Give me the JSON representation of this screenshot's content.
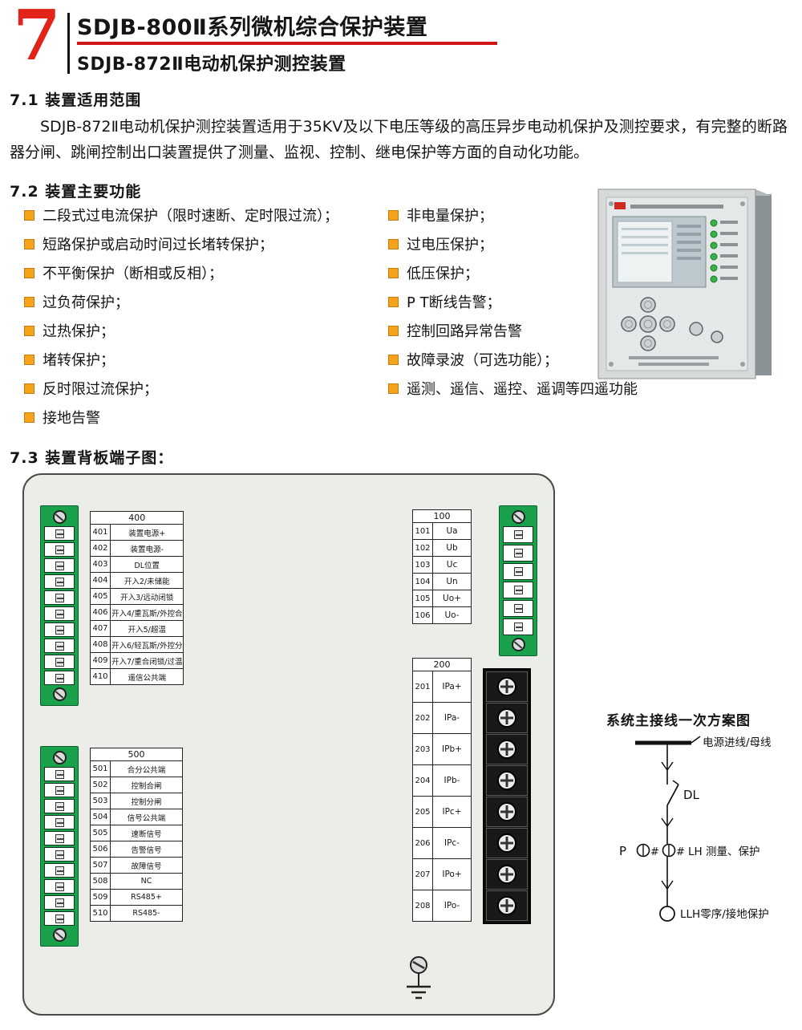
{
  "header": {
    "chapter": "7",
    "title1": "SDJB-800Ⅱ系列微机综合保护装置",
    "title2": "SDJB-872Ⅱ电动机保护测控装置"
  },
  "s71": {
    "heading": "7.1 装置适用范围",
    "body": "SDJB-872Ⅱ电动机保护测控装置适用于35KV及以下电压等级的高压异步电动机保护及测控要求，有完整的断路器分闸、跳闸控制出口装置提供了测量、监视、控制、继电保护等方面的自动化功能。"
  },
  "s72": {
    "heading": "7.2 装置主要功能",
    "left": [
      "二段式过电流保护（限时速断、定时限过流）；",
      "短路保护或启动时间过长堵转保护；",
      "不平衡保护（断相或反相）；",
      "过负荷保护；",
      "过热保护；",
      "堵转保护；",
      "反时限过流保护；",
      "接地告警"
    ],
    "right": [
      "非电量保护；",
      "过电压保护；",
      "低压保护；",
      "P T断线告警；",
      "控制回路异常告警",
      "故障录波（可选功能）；",
      "遥测、遥信、遥控、遥调等四遥功能"
    ]
  },
  "s73": {
    "heading": "7.3 装置背板端子图："
  },
  "diagram": {
    "t400": {
      "title": "400",
      "rows": [
        {
          "n": "401",
          "l": "装置电源+"
        },
        {
          "n": "402",
          "l": "装置电源-"
        },
        {
          "n": "403",
          "l": "DL位置"
        },
        {
          "n": "404",
          "l": "开入2/未储能"
        },
        {
          "n": "405",
          "l": "开入3/远动闭锁"
        },
        {
          "n": "406",
          "l": "开入4/重瓦斯/外控合"
        },
        {
          "n": "407",
          "l": "开入5/超温"
        },
        {
          "n": "408",
          "l": "开入6/轻瓦斯/外控分"
        },
        {
          "n": "409",
          "l": "开入7/重合闭锁/过温"
        },
        {
          "n": "410",
          "l": "遥信公共端"
        }
      ]
    },
    "t500": {
      "title": "500",
      "rows": [
        {
          "n": "501",
          "l": "合分公共端"
        },
        {
          "n": "502",
          "l": "控制合闸"
        },
        {
          "n": "503",
          "l": "控制分闸"
        },
        {
          "n": "504",
          "l": "信号公共端"
        },
        {
          "n": "505",
          "l": "速断信号"
        },
        {
          "n": "506",
          "l": "告警信号"
        },
        {
          "n": "507",
          "l": "故障信号"
        },
        {
          "n": "508",
          "l": "NC"
        },
        {
          "n": "509",
          "l": "RS485+"
        },
        {
          "n": "510",
          "l": "RS485-"
        }
      ]
    },
    "t100": {
      "title": "100",
      "rows": [
        {
          "n": "101",
          "l": "Ua"
        },
        {
          "n": "102",
          "l": "Ub"
        },
        {
          "n": "103",
          "l": "Uc"
        },
        {
          "n": "104",
          "l": "Un"
        },
        {
          "n": "105",
          "l": "Uo+"
        },
        {
          "n": "106",
          "l": "Uo-"
        }
      ]
    },
    "t200": {
      "title": "200",
      "rows": [
        {
          "n": "201",
          "l": "IPa+"
        },
        {
          "n": "202",
          "l": "IPa-"
        },
        {
          "n": "203",
          "l": "IPb+"
        },
        {
          "n": "204",
          "l": "IPb-"
        },
        {
          "n": "205",
          "l": "IPc+"
        },
        {
          "n": "206",
          "l": "IPc-"
        },
        {
          "n": "207",
          "l": "IPo+"
        },
        {
          "n": "208",
          "l": "IPo-"
        }
      ]
    }
  },
  "scheme": {
    "title": "系统主接线一次方案图",
    "busbar": "电源进线/母线",
    "dl": "DL",
    "p": "P",
    "hash1": "#",
    "hash2": "#",
    "lh": "LH 测量、保护",
    "llh": "LLH零序/接地保护"
  },
  "colors": {
    "accent_red": "#e2231a",
    "rule_red": "#cf1717",
    "bullet_orange": "#f6a31c",
    "connector_green": "#19a14b",
    "panel_gray": "#ebede9"
  }
}
